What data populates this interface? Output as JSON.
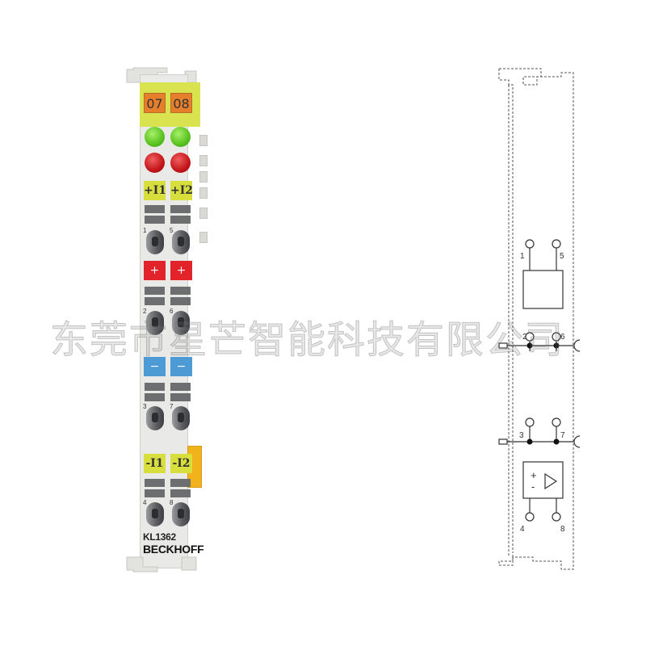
{
  "module": {
    "channel_labels": [
      "07",
      "08"
    ],
    "led_colors": {
      "run": "#58c21e",
      "error": "#c4151a"
    },
    "tags_top": [
      "+I1",
      "+I2"
    ],
    "pins_1": [
      "1",
      "5"
    ],
    "tags_plus": [
      "+",
      "+"
    ],
    "pins_2": [
      "2",
      "6"
    ],
    "tags_minus": [
      "−",
      "−"
    ],
    "pins_3": [
      "3",
      "7"
    ],
    "tags_bottom": [
      "-I1",
      "-I2"
    ],
    "pins_4": [
      "4",
      "8"
    ],
    "model": "KL1362",
    "brand": "BECKHOFF"
  },
  "schematic": {
    "pins": {
      "p1": "1",
      "p5": "5",
      "p2": "2",
      "p6": "6",
      "p3": "3",
      "p7": "7",
      "p4": "4",
      "p8": "8"
    },
    "amp_plus": "+",
    "amp_minus": "-"
  },
  "watermark": "东莞市星芒智能科技有限公司"
}
